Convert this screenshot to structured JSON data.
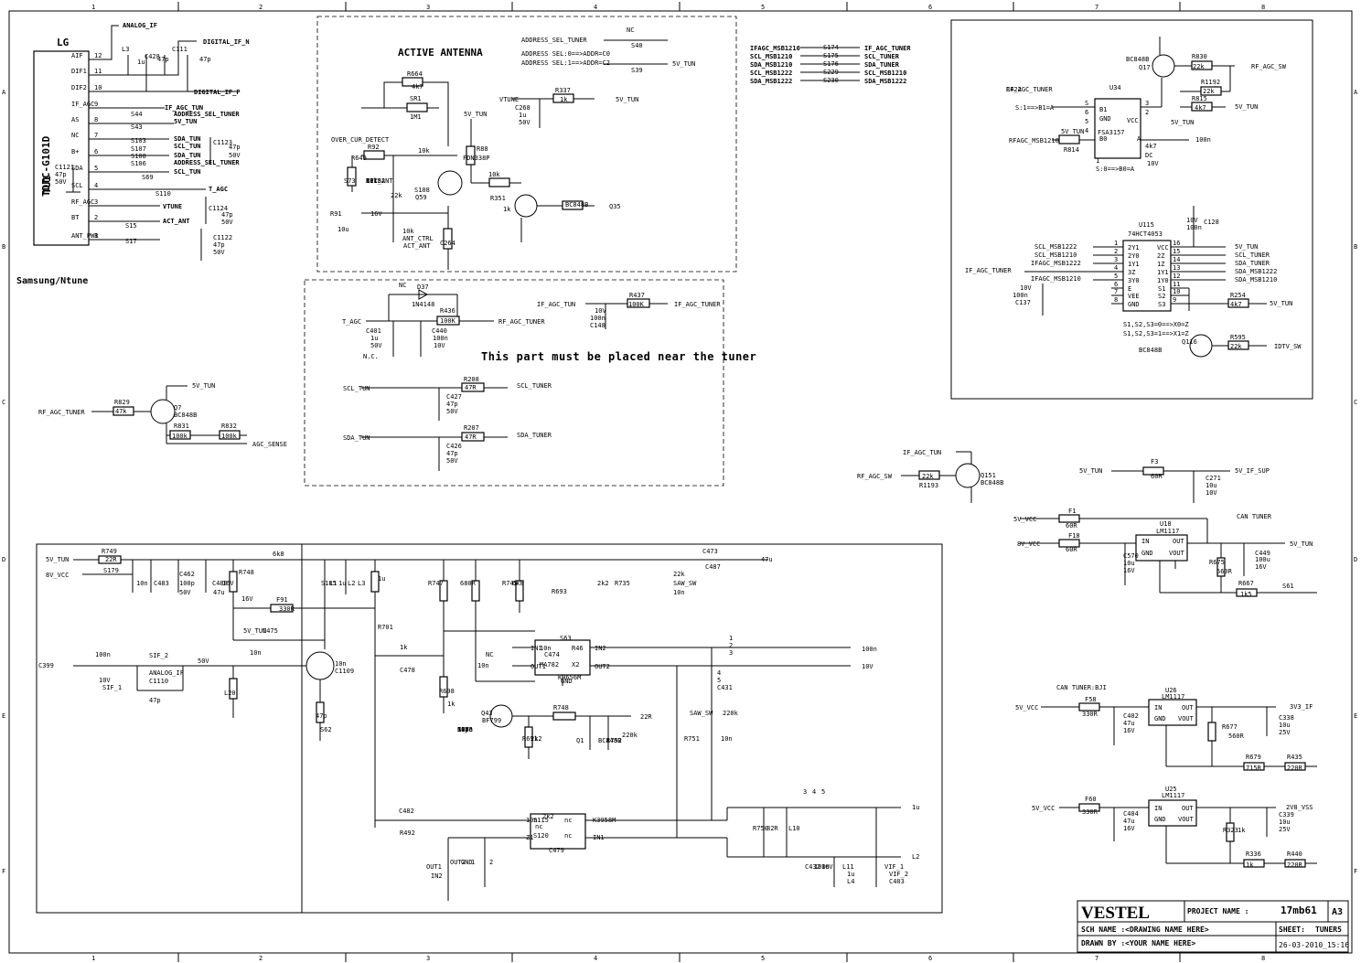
{
  "frame": {
    "columns": [
      "1",
      "2",
      "3",
      "4",
      "5",
      "6",
      "7",
      "8"
    ],
    "rows": [
      "A",
      "B",
      "C",
      "D",
      "E",
      "F"
    ]
  },
  "tuner": {
    "ref": "TU1",
    "part": "TDTC-G101D",
    "brand_top": "LG",
    "brand_bottom": "Samsung/Ntune",
    "pins": [
      {
        "name": "AIF",
        "num": "12"
      },
      {
        "name": "DIF1",
        "num": "11"
      },
      {
        "name": "DIF2",
        "num": "10"
      },
      {
        "name": "IF_AGC",
        "num": "9"
      },
      {
        "name": "AS",
        "num": "8"
      },
      {
        "name": "NC",
        "num": "7"
      },
      {
        "name": "B+",
        "num": "6"
      },
      {
        "name": "SDA",
        "num": "5"
      },
      {
        "name": "SCL",
        "num": "4"
      },
      {
        "name": "RF_AGC",
        "num": "3"
      },
      {
        "name": "BT",
        "num": "2"
      },
      {
        "name": "ANT_PWR",
        "num": "1"
      }
    ],
    "nets": [
      "ANALOG_IF",
      "DIGITAL_IF_N",
      "DIGITAL_IF_P",
      "IF_AGC_TUN",
      "ADDRESS_SEL_TUNER",
      "5V_TUN",
      "SDA_TUN",
      "SCL_TUN",
      "SDA_TUN",
      "ADDRESS_SEL_TUNER",
      "SCL_TUN",
      "T_AGC",
      "VTUNE",
      "ACT_ANT"
    ],
    "parts": [
      "L3",
      "1u",
      "C428",
      "47p",
      "C111",
      "47p",
      "C1121",
      "47p",
      "50V",
      "S44",
      "S43",
      "S103",
      "S107",
      "S108",
      "S106",
      "S69",
      "S110",
      "S15",
      "S17",
      "C1123",
      "47p",
      "50V",
      "C1124",
      "47p",
      "50V",
      "C1122",
      "47p",
      "50V"
    ]
  },
  "antenna": {
    "title": "ACTIVE ANTENNA",
    "labels": [
      "R664",
      "4k7",
      "SR1",
      "1M1",
      "5V_TUN",
      "OVER_CUR_DETECT",
      "R92",
      "10k",
      "S73",
      "R649",
      "22k",
      "S108",
      "Q59",
      "FDN338P",
      "R88",
      "10k",
      "R351",
      "1k",
      "BC848B",
      "Q35",
      "R91",
      "10k",
      "ANT_CTRL",
      "ACT_ANT",
      "C264",
      "10u",
      "16V",
      "R118",
      "10k",
      "TP152",
      "ACT_ANT"
    ],
    "address": [
      "ADDRESS_SEL_TUNER",
      "NC",
      "S40",
      "ADDRESS SEL:0==>ADDR=C0",
      "ADDRESS SEL:1==>ADDR=C2",
      "S39",
      "5V_TUN"
    ],
    "vtune": [
      "VTUNE",
      "R337",
      "1k",
      "5V_TUN",
      "C268",
      "1u",
      "50V"
    ]
  },
  "nearTuner": {
    "note": "This part must be placed near the tuner",
    "labels": [
      "NC",
      "D37",
      "1N4148",
      "T_AGC",
      "C401",
      "1u",
      "50V",
      "N.C.",
      "R436",
      "100K",
      "C440",
      "100n",
      "10V",
      "RF_AGC_TUNER",
      "IF_AGC_TUN",
      "10V",
      "100n",
      "C148",
      "R437",
      "100K",
      "IF_AGC_TUNER",
      "SCL_TUN",
      "R208",
      "47R",
      "C427",
      "47p",
      "50V",
      "SCL_TUNER",
      "SDA_TUN",
      "R207",
      "47R",
      "C426",
      "47p",
      "50V",
      "SDA_TUNER"
    ]
  },
  "netList": {
    "left": [
      "IFAGC_MSB1210",
      "SCL_MSB1210",
      "SDA_MSB1210",
      "SCL_MSB1222",
      "SDA_MSB1222"
    ],
    "res": [
      "S174",
      "S175",
      "S176",
      "S229",
      "S230"
    ],
    "right": [
      "IF_AGC_TUNER",
      "SCL_TUNER",
      "SDA_TUNER",
      "SCL_MSB1210",
      "SDA_MSB1222"
    ]
  },
  "rightBox": {
    "u34": [
      "U34",
      "FSA3157",
      "B1",
      "GND",
      "B0",
      "VCC",
      "A",
      "S",
      "6",
      "5",
      "4",
      "3",
      "2",
      "1",
      "S:0==>B0=A",
      "S:1==>B1=A",
      "RFAGC_MSB1210",
      "5V_TUN",
      "R814",
      "4k7",
      "DC",
      "10V",
      "100n",
      "C422",
      "RF_AGC_TUNER"
    ],
    "q17": [
      "BC848B",
      "Q17",
      "R830",
      "22k",
      "RF_AGC_SW",
      "R1192",
      "22k",
      "R815",
      "4k7",
      "5V_TUN",
      "5V_TUN"
    ],
    "u115": [
      "U115",
      "74HCT4053",
      "2Y1",
      "2Y0",
      "1Y1",
      "3Z",
      "3Y0",
      "E",
      "VEE",
      "GND",
      "VCC",
      "2Z",
      "1Z",
      "1Y1",
      "1Y0",
      "S1",
      "S2",
      "S3",
      "16",
      "15",
      "14",
      "13",
      "12",
      "11",
      "10",
      "9",
      "1",
      "2",
      "3",
      "4",
      "5",
      "6",
      "7",
      "8",
      "SCL_MSB1222",
      "SCL_MSB1210",
      "IFAGC_MSB1222",
      "IF_AGC_TUNER",
      "IFAGC_MSB1210",
      "5V_TUN",
      "SCL_TUNER",
      "SDA_TUNER",
      "SDA_MSB1222",
      "SDA_MSB1210",
      "10V",
      "100n",
      "C137",
      "10V",
      "100n",
      "C128",
      "R254",
      "4k7",
      "5V_TUN",
      "S1,S2,S3=0==>X0=Z",
      "S1,S2,S3=1==>X1=Z",
      "Q116",
      "BC848B",
      "R595",
      "22k",
      "IDTV_SW"
    ]
  },
  "qLeft": [
    "5V_TUN",
    "RF_AGC_TUNER",
    "R829",
    "47k",
    "Q7",
    "BC848B",
    "R831",
    "100k",
    "R832",
    "100k",
    "AGC_SENSE"
  ],
  "q151": [
    "IF_AGC_TUN",
    "RF_AGC_SW",
    "22k",
    "R1193",
    "Q151",
    "BC848B"
  ],
  "power": {
    "f3": [
      "5V_TUN",
      "F3",
      "60R",
      "5V_IF_SUP",
      "C271",
      "10u",
      "10V"
    ],
    "u18": [
      "5V_VCC",
      "F1",
      "60R",
      "CAN TUNER",
      "8V_VCC",
      "F18",
      "60R",
      "U18",
      "LM1117",
      "IN",
      "OUT",
      "GND",
      "VOUT",
      "C570",
      "10u",
      "16V",
      "R675",
      "560R",
      "C449",
      "100u",
      "16V",
      "5V_TUN",
      "R667",
      "1k5",
      "S61"
    ],
    "u26": [
      "CAN TUNER:BJI",
      "5V_VCC",
      "F58",
      "330R",
      "C402",
      "47u",
      "16V",
      "U26",
      "LM1117",
      "IN",
      "OUT",
      "GND",
      "VOUT",
      "R677",
      "560R",
      "C338",
      "10u",
      "25V",
      "3V3_IF",
      "R679",
      "715R",
      "R435",
      "220R"
    ],
    "u25": [
      "5V_VCC",
      "F60",
      "330R",
      "C404",
      "47u",
      "16V",
      "U25",
      "LM1117",
      "IN",
      "OUT",
      "GND",
      "VOUT",
      "R323",
      "1k",
      "C339",
      "10u",
      "25V",
      "2V8_VSS",
      "R336",
      "1k",
      "R440",
      "220R"
    ]
  },
  "bottom": {
    "labels": [
      "5V_TUN",
      "R749",
      "22R",
      "8V_VCC",
      "S179",
      "10n",
      "C483",
      "C462",
      "100p",
      "50V",
      "C488",
      "47u",
      "16V",
      "R748",
      "6k8",
      "S185",
      "L1",
      "1u",
      "L2",
      "L3",
      "1u",
      "R747",
      "680R",
      "R745",
      "6k8",
      "R693",
      "2k2",
      "R735",
      "22k",
      "SAW_SW",
      "10n",
      "C473",
      "C487",
      "47u",
      "16V",
      "F91",
      "330R",
      "5V_TUN",
      "C475",
      "10n",
      "R701",
      "1k",
      "C478",
      "NC",
      "10n",
      "S63",
      "C474",
      "10n",
      "R46",
      "MA782",
      "X2",
      "K9656M",
      "IN1",
      "OUT1",
      "IN2",
      "OUT2",
      "GND",
      "1",
      "2",
      "3",
      "4",
      "5",
      "C431",
      "100n",
      "10V",
      "C399",
      "100n",
      "10V",
      "SIF_1",
      "SIF_2",
      "ANALOG_IF",
      "C1110",
      "47p",
      "50V",
      "L20",
      "10n",
      "C1109",
      "47p",
      "S62",
      "R698",
      "1k",
      "Q43",
      "BF799",
      "R748",
      "22R",
      "R691",
      "2k2",
      "Q1",
      "BC848B",
      "R752",
      "220k",
      "SAW_SW",
      "R751",
      "220k",
      "10n",
      "C482",
      "R492",
      "2k2",
      "nc",
      "S115",
      "nc",
      "S120",
      "nc",
      "C479",
      "10n",
      "Z1",
      "K3958M",
      "IN1",
      "OUT1",
      "IN2",
      "OUT2",
      "GND",
      "1",
      "2",
      "3",
      "4",
      "5",
      "R750",
      "82R",
      "L10",
      "1u",
      "L2",
      "C432",
      "100n",
      "10V",
      "L11",
      "1u",
      "L4",
      "VIF_1",
      "VIF_2",
      "C403",
      "100n",
      "10V",
      "C453",
      "33p",
      "50V",
      "C456",
      "33p",
      "50V"
    ]
  },
  "titleBlock": {
    "company": "VESTEL",
    "project_label": "PROJECT NAME :",
    "project": "17mb61",
    "size": "A3",
    "sch_label": "SCH NAME :<DRAWING NAME HERE>",
    "sheet_label": "SHEET:",
    "sheet": "TUNER5",
    "drawn_label": "DRAWN BY :<YOUR NAME HERE>",
    "date": "26-03-2010_15:16"
  }
}
